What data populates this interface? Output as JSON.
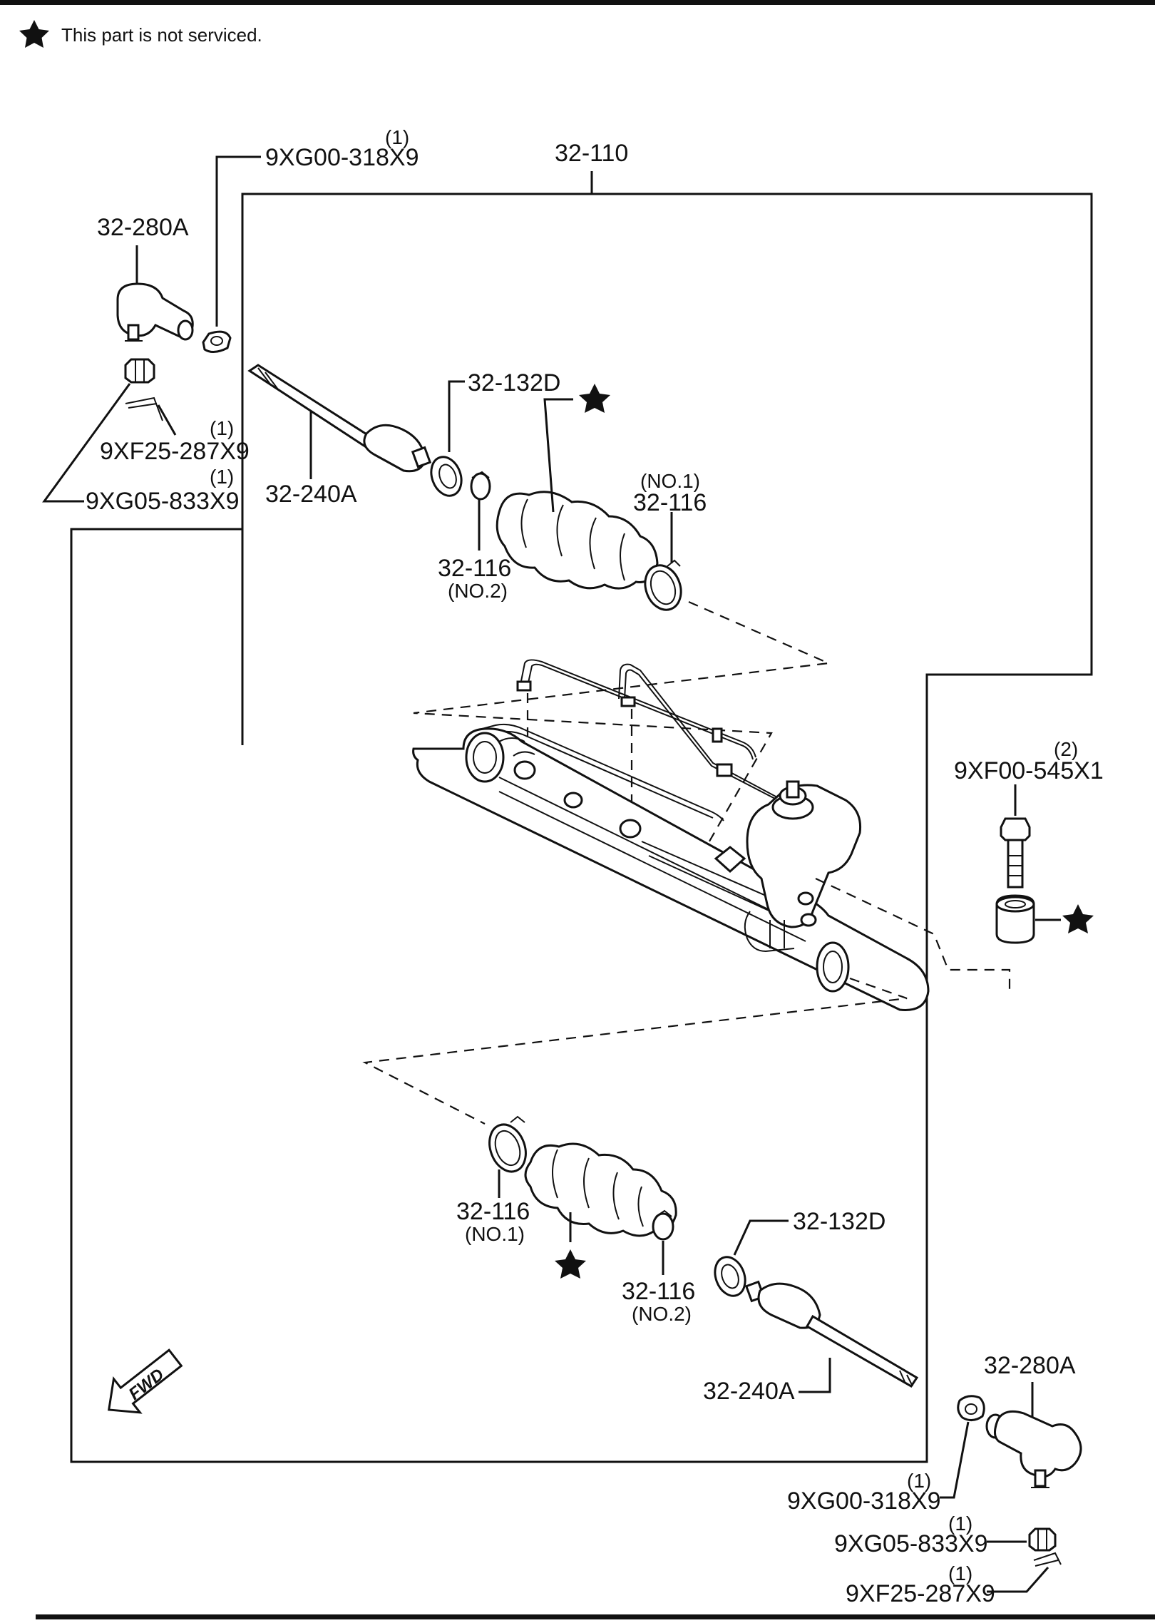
{
  "legend": {
    "note": "This part is not serviced."
  },
  "labels": {
    "main_assembly": "32-110",
    "tie_rod_end": "32-280A",
    "tie_rod": "32-240A",
    "bellows_clamp_left": "32-132D",
    "boot_band": "32-116",
    "no1": "(NO.1)",
    "no2": "(NO.2)",
    "nut": "9XG00-318X9",
    "castle_nut": "9XG05-833X9",
    "cotter_pin": "9XF25-287X9",
    "bolt": "9XF00-545X1",
    "qty1": "(1)",
    "qty2": "(2)",
    "fwd": "FWD"
  },
  "icons": [
    "star-icon",
    "fwd-arrow-icon"
  ]
}
